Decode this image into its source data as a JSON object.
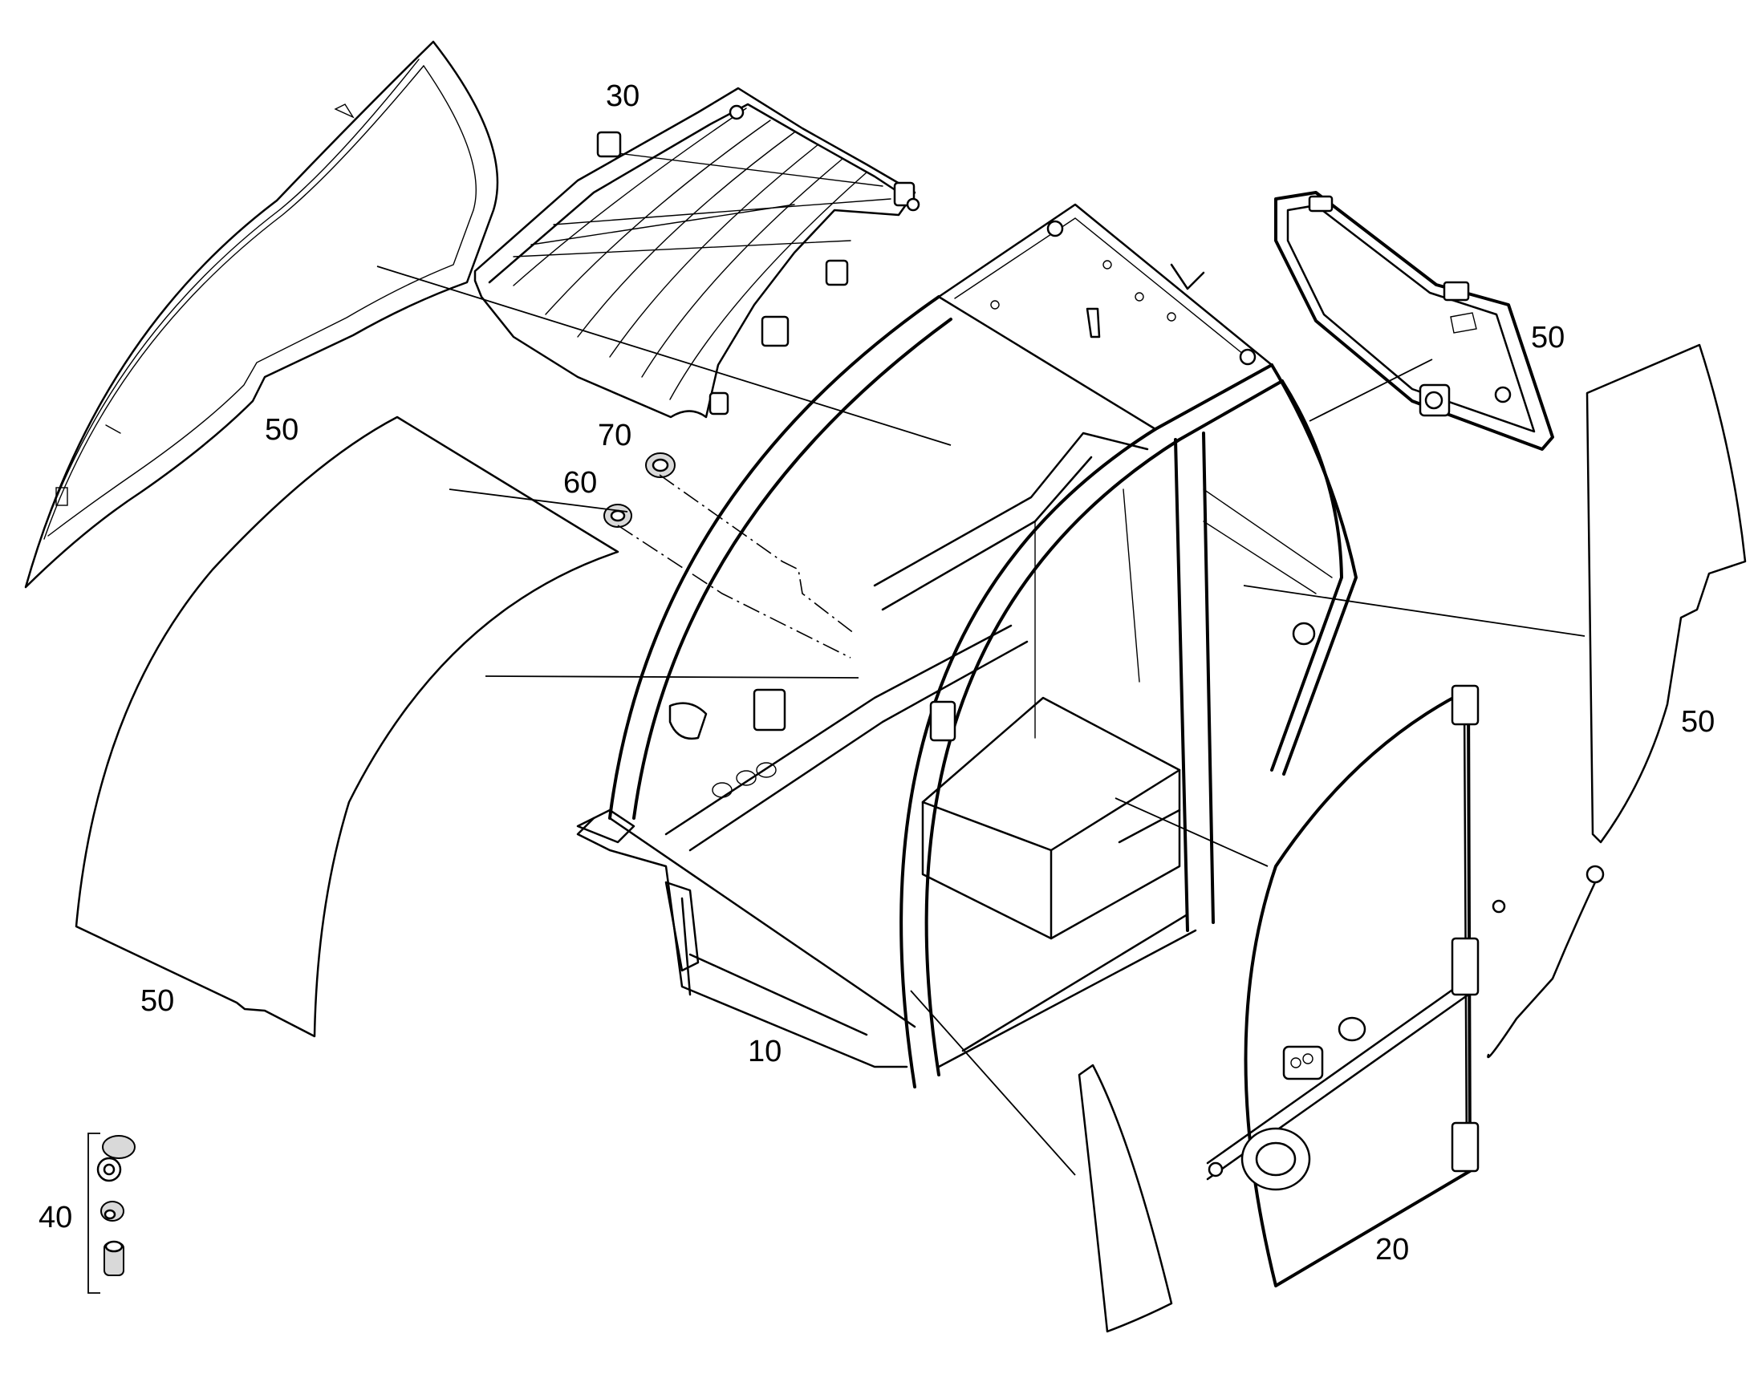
{
  "callouts": {
    "c10": "10",
    "c20": "20",
    "c30": "30",
    "c40": "40",
    "c50_upper_left": "50",
    "c50_lower_left": "50",
    "c50_rear_window": "50",
    "c50_right": "50",
    "c60": "60",
    "c70": "70"
  }
}
